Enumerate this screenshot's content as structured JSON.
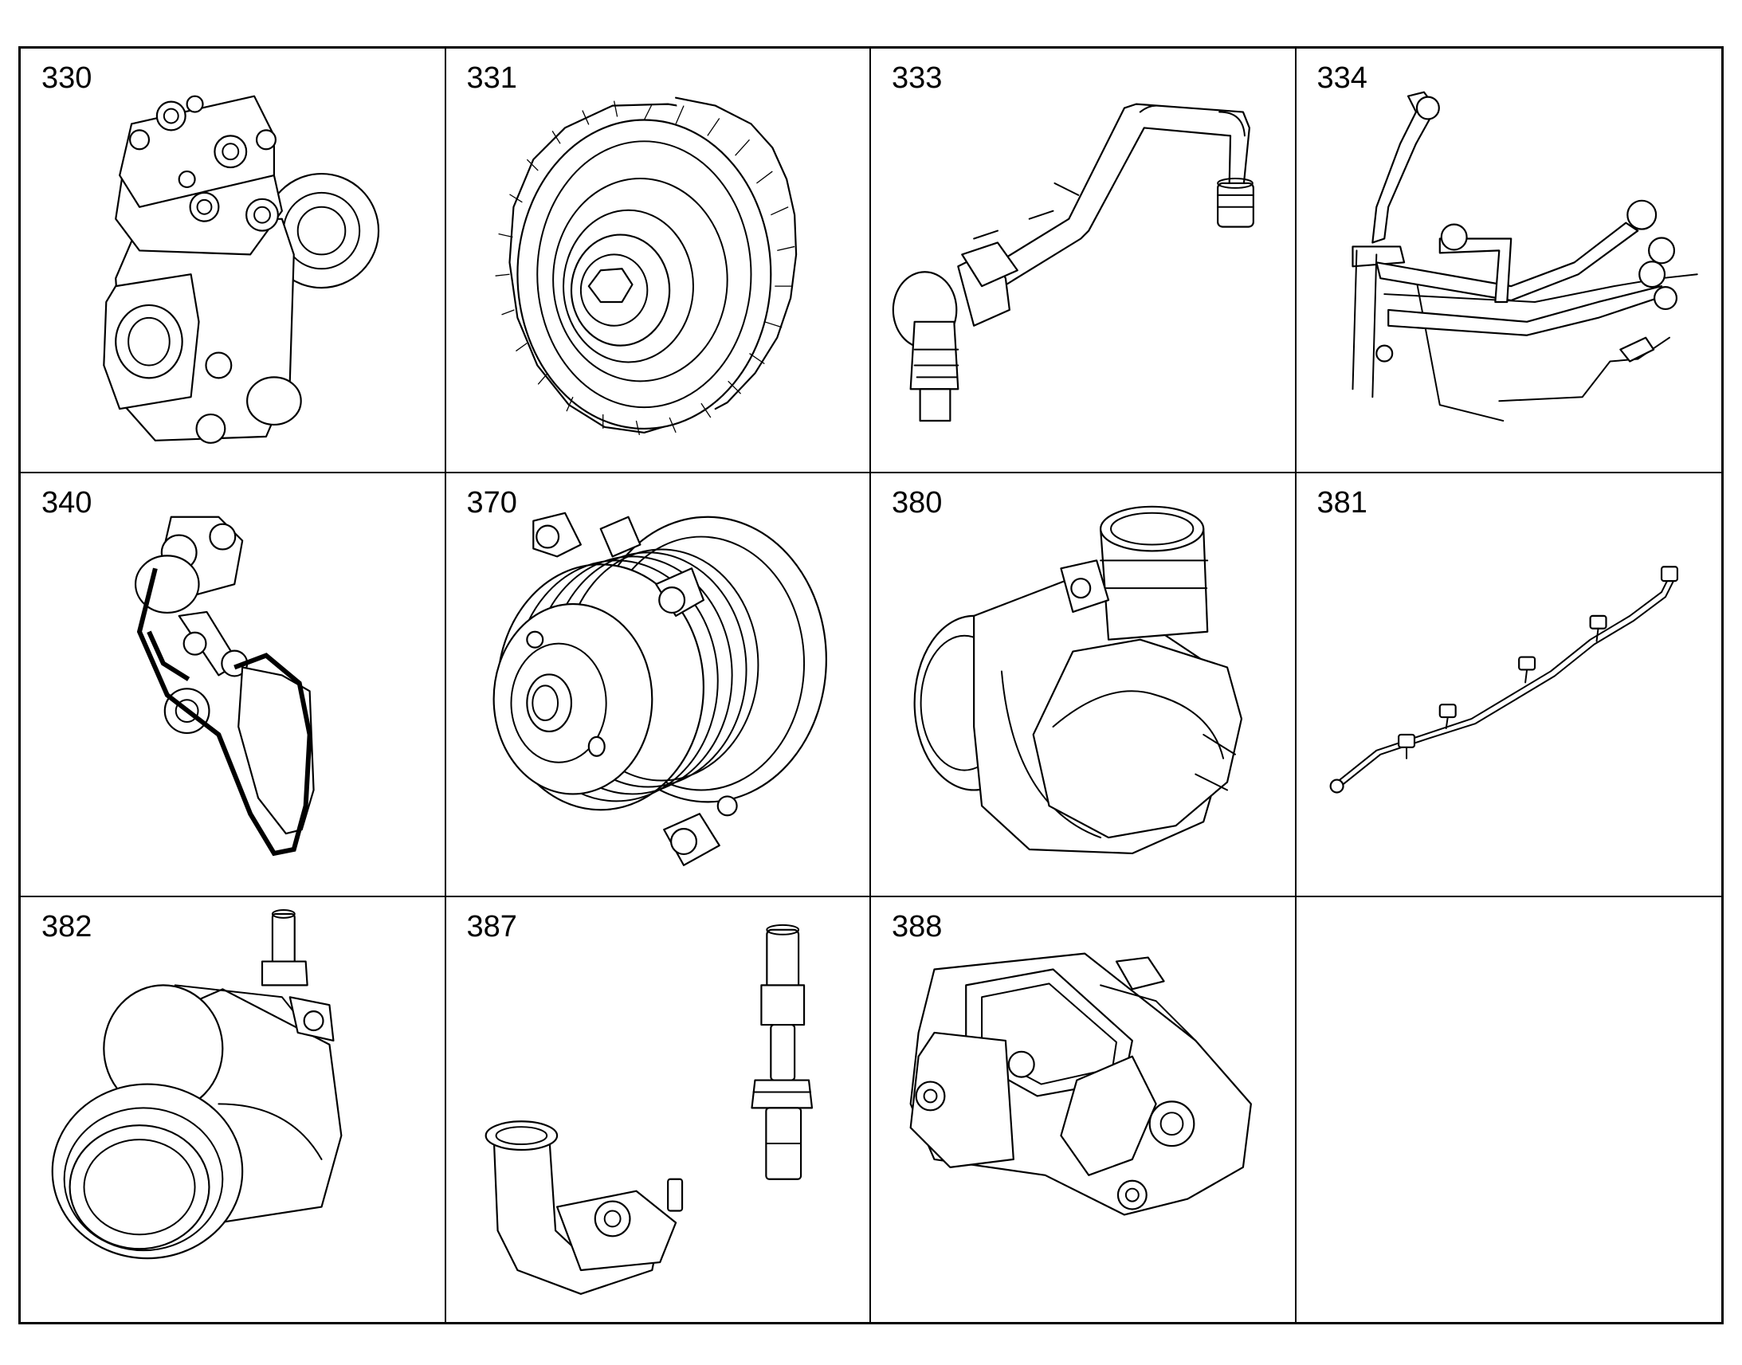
{
  "parts": [
    {
      "number": "330",
      "icon": "air-compressor-icon"
    },
    {
      "number": "331",
      "icon": "gear-wheel-icon"
    },
    {
      "number": "333",
      "icon": "pipe-with-fittings-icon"
    },
    {
      "number": "334",
      "icon": "pipe-assembly-icon"
    },
    {
      "number": "340",
      "icon": "belt-drive-icon"
    },
    {
      "number": "370",
      "icon": "water-pump-icon"
    },
    {
      "number": "380",
      "icon": "thermostat-housing-icon"
    },
    {
      "number": "381",
      "icon": "wiring-harness-icon"
    },
    {
      "number": "382",
      "icon": "hose-connector-icon"
    },
    {
      "number": "387",
      "icon": "pipe-and-sensor-icon"
    },
    {
      "number": "388",
      "icon": "housing-cover-icon"
    }
  ]
}
